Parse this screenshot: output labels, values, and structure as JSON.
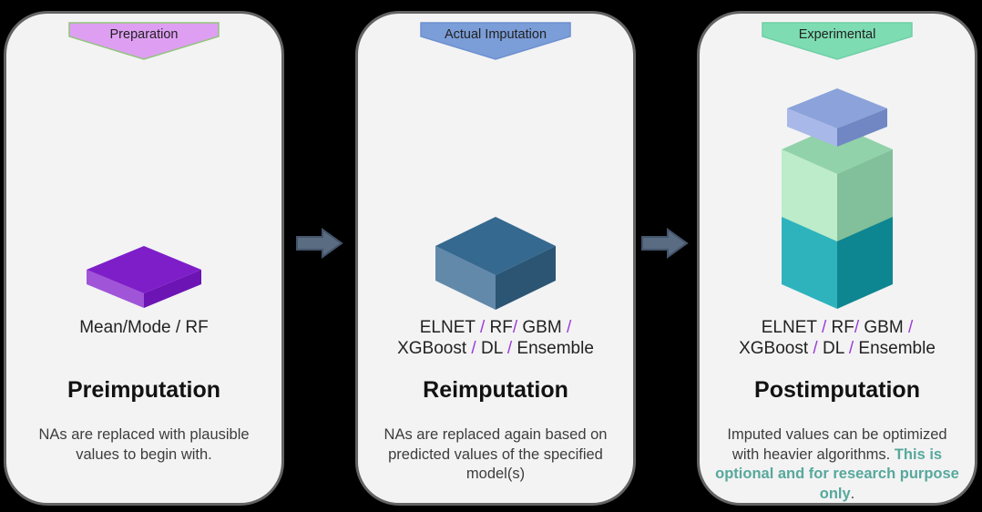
{
  "background_color": "#000000",
  "arrow": {
    "fill": "#5a6c82",
    "stroke": "#44546a"
  },
  "highlight_color": "#57a89c",
  "panels": [
    {
      "banner": {
        "label": "Preparation",
        "fill": "#de9ff2",
        "border": "#93c47d"
      },
      "icon": {
        "name": "flat-box",
        "top": "#7e1ec9",
        "left": "#a055d8",
        "right": "#6c14b4"
      },
      "models": {
        "lines": [
          "Mean/Mode / RF"
        ],
        "slash_color": null
      },
      "title": "Preimputation",
      "description": {
        "plain": "NAs are replaced with plausible values to begin with.",
        "highlight": "",
        "suffix": ""
      }
    },
    {
      "banner": {
        "label": "Actual Imputation",
        "fill": "#7b9dd8",
        "border": "#6d90cf"
      },
      "icon": {
        "name": "cube",
        "top": "#35698f",
        "left": "#6289aa",
        "right": "#2b5573"
      },
      "models": {
        "lines": [
          "ELNET / RF/ GBM /",
          "XGBoost / DL / Ensemble"
        ],
        "slash_color": "#9a3bd6"
      },
      "title": "Reimputation",
      "description": {
        "plain": "NAs are replaced again based on predicted values of the specified model(s)",
        "highlight": "",
        "suffix": ""
      }
    },
    {
      "banner": {
        "label": "Experimental",
        "fill": "#7edcb2",
        "border": "#6fcfa5"
      },
      "icon": {
        "name": "stacked-cubes",
        "blocks": [
          {
            "name": "teal-cube",
            "top": "#14a3ad",
            "left": "#2eb3bd",
            "right": "#0e8691"
          },
          {
            "name": "green-cube",
            "top": "#92d2aa",
            "left": "#bcecca",
            "right": "#81c09a"
          },
          {
            "name": "blue-slab",
            "top": "#8ba2da",
            "left": "#a8b8e8",
            "right": "#7087c4"
          }
        ]
      },
      "models": {
        "lines": [
          "ELNET / RF/ GBM /",
          "XGBoost / DL / Ensemble"
        ],
        "slash_color": "#9a3bd6"
      },
      "title": "Postimputation",
      "description": {
        "plain": "Imputed values can be optimized with heavier algorithms. ",
        "highlight": "This is optional and for research purpose only",
        "suffix": "."
      }
    }
  ]
}
